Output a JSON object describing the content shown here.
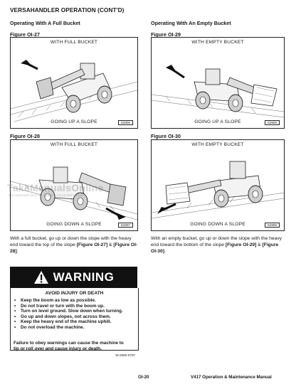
{
  "header": {
    "section_title": "VERSAHANDLER OPERATION (CONT'D)"
  },
  "left_column": {
    "heading": "Operating With A Full Bucket",
    "figures": [
      {
        "label": "Figure OI-27",
        "top_text": "WITH FULL BUCKET",
        "bottom_text": "GOING UP A SLOPE",
        "code": "S2806"
      },
      {
        "label": "Figure OI-28",
        "top_text": "WITH FULL BUCKET",
        "bottom_text": "GOING DOWN A SLOPE",
        "code": "S2807"
      }
    ],
    "paragraph": {
      "text": "With a full bucket, go up or down the slope with the heavy end toward the top of the slope ",
      "ref1": "[Figure OI-27]",
      "joiner": " & ",
      "ref2": "[Figure OI-28]",
      "end": "."
    }
  },
  "right_column": {
    "heading": "Operating With An Empty Bucket",
    "figures": [
      {
        "label": "Figure OI-29",
        "top_text": "WITH EMPTY BUCKET",
        "bottom_text": "GOING UP A SLOPE",
        "code": "S2809"
      },
      {
        "label": "Figure OI-30",
        "top_text": "WITH EMPTY BUCKET",
        "bottom_text": "GOING DOWN A SLOPE",
        "code": "S2808"
      }
    ],
    "paragraph": {
      "text": "With an empty bucket, go up or down the slope with the heavy end toward the bottom of the slope ",
      "ref1": "[Figure OI-29]",
      "joiner": " & ",
      "ref2": "[Figure OI-30]",
      "end": "."
    }
  },
  "warning": {
    "word": "WARNING",
    "heading": "AVOID INJURY OR DEATH",
    "items": [
      "Keep the boom as low as possible.",
      "Do not travel or turn with the boom up.",
      "Turn on level ground. Slow down when turning.",
      "Go up and down slopes, not across them.",
      "Keep the heavy end of the machine uphill.",
      "Do not overload the machine."
    ],
    "footer_line1": "Failure to obey warnings can cause the machine to",
    "footer_line2": "tip or roll over and cause injury or death.",
    "code": "W-2650-0707"
  },
  "watermark": {
    "main": "TakeManualsOnline",
    "sub": "The watermark does not appear in the printed manual"
  },
  "footer": {
    "page": "OI-20",
    "manual": "V417 Operation & Maintenance Manual"
  }
}
